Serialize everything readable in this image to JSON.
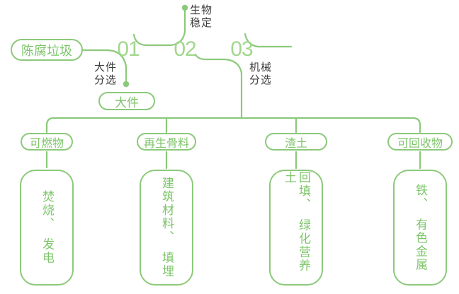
{
  "palette": {
    "wire_green": "#8cc97a",
    "text_green": "#7dc56a",
    "number_green": "#a2d78d",
    "label_dark": "#3e3e3e",
    "background": "#ffffff"
  },
  "source": {
    "label": "陈腐垃圾"
  },
  "stages": [
    {
      "number": "01",
      "branch_label": "大件\n分选",
      "branch_output": "大件"
    },
    {
      "number": "02",
      "branch_label": "生物\n稳定"
    },
    {
      "number": "03",
      "branch_label": "机械\n分选"
    }
  ],
  "categories": [
    {
      "name": "可燃物",
      "result": "焚烧、　发电"
    },
    {
      "name": "再生骨料",
      "result": "建筑材料、　填埋"
    },
    {
      "name": "渣土",
      "result": "回填、　绿化营养土"
    },
    {
      "name": "可回收物",
      "result": "铁、　有色金属"
    }
  ]
}
